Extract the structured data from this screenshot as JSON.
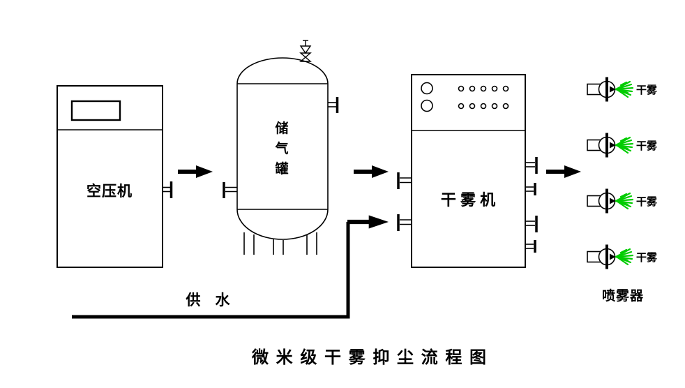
{
  "title": "微 米 级 干 雾 抑 尘 流 程 图",
  "colors": {
    "line": "#000000",
    "background": "#ffffff",
    "spray_green": "#00cc00"
  },
  "compressor": {
    "label": "空压机"
  },
  "tank": {
    "chars": [
      "储",
      "气",
      "罐"
    ]
  },
  "fog_machine": {
    "label": "干 雾 机"
  },
  "water_supply": {
    "label": "供　水"
  },
  "sprayer": {
    "label": "干雾"
  },
  "sprayer_group": {
    "label": "喷雾器"
  }
}
